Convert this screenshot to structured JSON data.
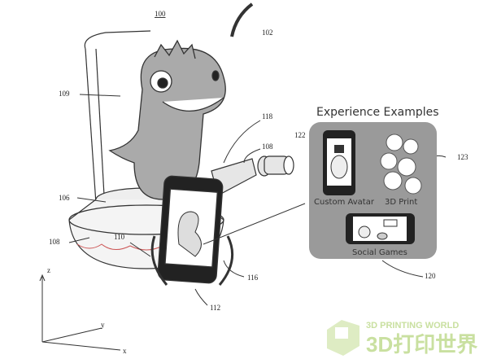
{
  "figure": {
    "ref_main": "100",
    "refs": {
      "r102": "102",
      "r109": "109",
      "r118": "118",
      "r108a": "108",
      "r122": "122",
      "r123": "123",
      "r106": "106",
      "r108b": "108",
      "r110": "110",
      "r116": "116",
      "r112": "112",
      "r120": "120"
    },
    "axes": {
      "z": "z",
      "y": "y",
      "x": "x"
    }
  },
  "panel": {
    "title": "Experience Examples",
    "items": [
      "Custom Avatar",
      "3D Print",
      "Social Games"
    ]
  },
  "watermark": {
    "line1": "3D PRINTING WORLD",
    "line2": "3D打印世界"
  },
  "colors": {
    "panel": "#9a9a9a",
    "line": "#333333",
    "watermark": "#c9e0a0"
  }
}
